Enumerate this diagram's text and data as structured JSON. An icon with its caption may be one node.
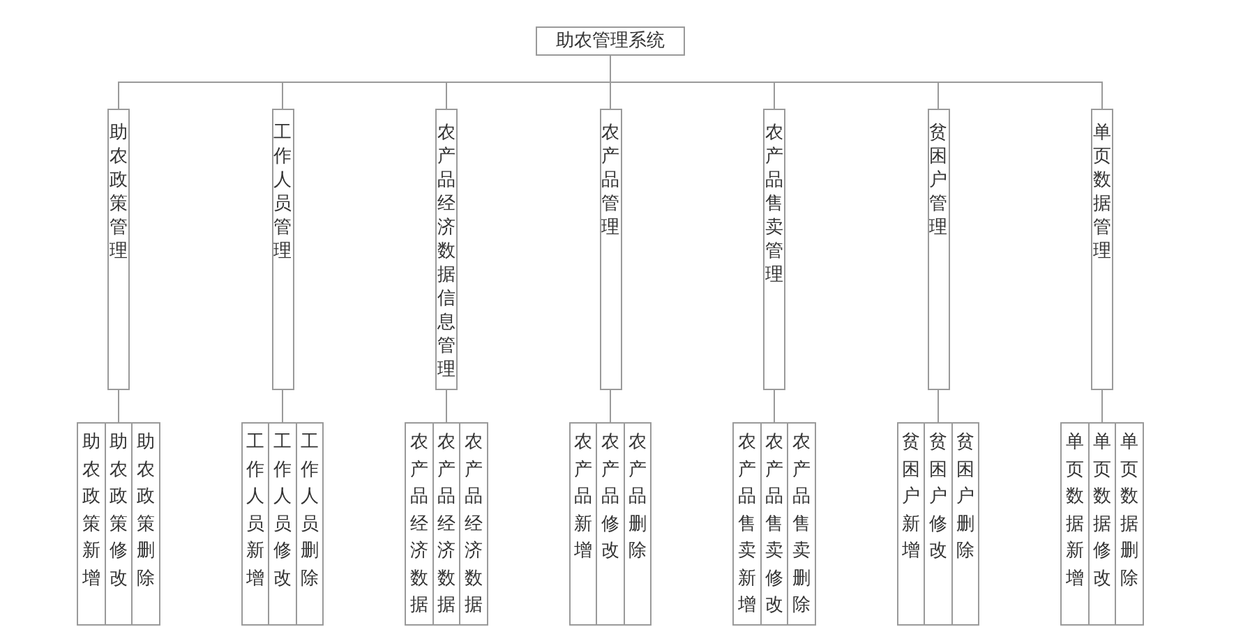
{
  "diagram": {
    "nodes": [
      {
        "text": [
          "助农管理系统"
        ]
      },
      {
        "text": [
          "助农政策管理"
        ]
      },
      {
        "text": [
          "工作人员管理"
        ]
      },
      {
        "text": [
          "农产品经济数据信息管理"
        ]
      },
      {
        "text": [
          "农产品管理"
        ]
      },
      {
        "text": [
          "农产品售卖管理"
        ]
      },
      {
        "text": [
          "贫困户管理"
        ]
      },
      {
        "text": [
          "单页数据管理"
        ]
      },
      {
        "text": [
          "助农政策新增"
        ]
      },
      {
        "text": [
          "助农政策修改"
        ]
      },
      {
        "text": [
          "助农政策删除"
        ]
      },
      {
        "text": [
          "工作人员新增"
        ]
      },
      {
        "text": [
          "工作人员修改"
        ]
      },
      {
        "text": [
          "工作人员删除"
        ]
      },
      {
        "text": [
          "农产品经济数据"
        ]
      },
      {
        "text": [
          "农产品经济数据"
        ]
      },
      {
        "text": [
          "农产品经济数据"
        ]
      },
      {
        "text": [
          "农产品新增"
        ]
      },
      {
        "text": [
          "农产品修改"
        ]
      },
      {
        "text": [
          "农产品删除"
        ]
      },
      {
        "text": [
          "农产品售卖新增"
        ]
      },
      {
        "text": [
          "农产品售卖修改"
        ]
      },
      {
        "text": [
          "农产品售卖删除"
        ]
      },
      {
        "text": [
          "贫困户新增"
        ]
      },
      {
        "text": [
          "贫困户修改"
        ]
      },
      {
        "text": [
          "贫困户删除"
        ]
      },
      {
        "text": [
          "单页数据新增"
        ]
      },
      {
        "text": [
          "单页数据修改"
        ]
      },
      {
        "text": [
          "单页数据删除"
        ]
      }
    ],
    "edges": [
      {
        "from": 0,
        "to": 1,
        "arrow": "none"
      },
      {
        "from": 0,
        "to": 2,
        "arrow": "none"
      },
      {
        "from": 0,
        "to": 3,
        "arrow": "none"
      },
      {
        "from": 0,
        "to": 4,
        "arrow": "none"
      },
      {
        "from": 0,
        "to": 5,
        "arrow": "none"
      },
      {
        "from": 0,
        "to": 6,
        "arrow": "none"
      },
      {
        "from": 0,
        "to": 7,
        "arrow": "none"
      },
      {
        "from": 1,
        "to": 9,
        "arrow": "none"
      },
      {
        "from": 2,
        "to": 12,
        "arrow": "none"
      },
      {
        "from": 3,
        "to": 15,
        "arrow": "none"
      },
      {
        "from": 4,
        "to": 18,
        "arrow": "none"
      },
      {
        "from": 5,
        "to": 21,
        "arrow": "none"
      },
      {
        "from": 6,
        "to": 24,
        "arrow": "none"
      },
      {
        "from": 7,
        "to": 27,
        "arrow": "none"
      }
    ]
  }
}
